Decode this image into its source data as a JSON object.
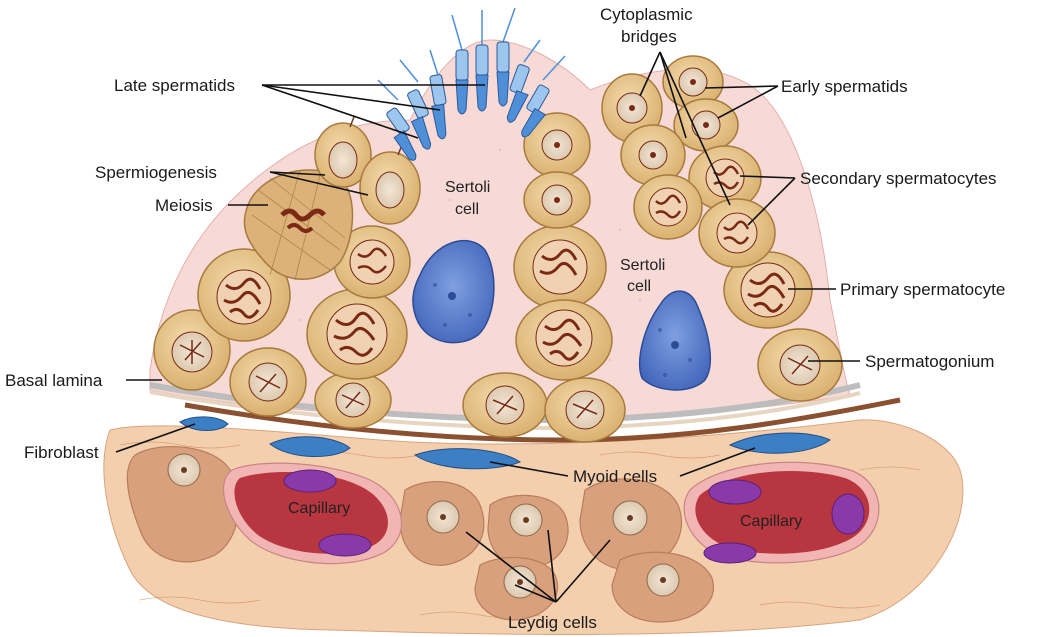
{
  "labels": {
    "late_spermatids": "Late spermatids",
    "cytoplasmic_bridges_1": "Cytoplasmic",
    "cytoplasmic_bridges_2": "bridges",
    "early_spermatids": "Early spermatids",
    "spermiogenesis": "Spermiogenesis",
    "meiosis": "Meiosis",
    "secondary_spermatocytes": "Secondary spermatocytes",
    "primary_spermatocyte": "Primary spermatocyte",
    "spermatogonium": "Spermatogonium",
    "basal_lamina": "Basal lamina",
    "fibroblast": "Fibroblast",
    "myoid_cells": "Myoid cells",
    "leydig_cells": "Leydig cells",
    "sertoli_1_line1": "Sertoli",
    "sertoli_1_line2": "cell",
    "sertoli_2_line1": "Sertoli",
    "sertoli_2_line2": "cell",
    "capillary_left": "Capillary",
    "capillary_right": "Capillary"
  },
  "colors": {
    "sertoli_cytoplasm": "#f7d9d6",
    "germ_cell": "#e6c48a",
    "chromatin": "#7a2a14",
    "sertoli_nucleus": "#5b7fcf",
    "sperm_head": "#4f8fd8",
    "interstitium": "#f2c9a6",
    "leydig": "#d89b7a",
    "capillary": "#b8363f",
    "rbc_nucleus": "#8a3aa8",
    "basal_band": "#8a5030",
    "myoid": "#3d7fc4"
  }
}
